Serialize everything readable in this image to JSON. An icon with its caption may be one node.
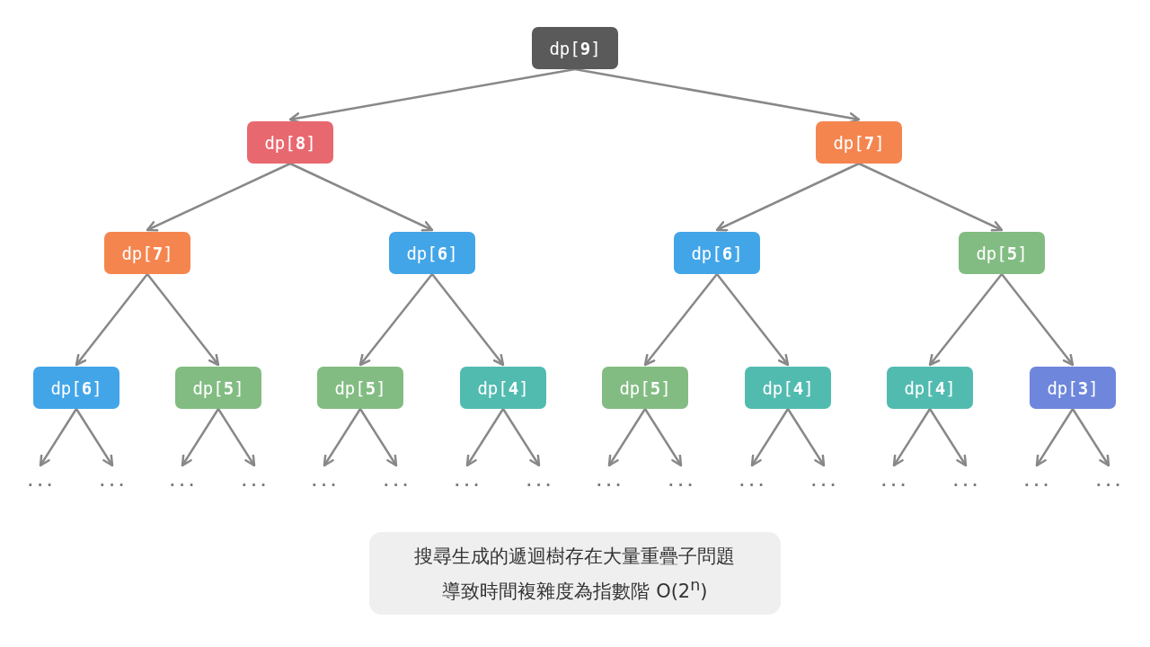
{
  "diagram": {
    "nodes": [
      {
        "text": [
          "dp[**9**]"
        ]
      },
      {
        "text": [
          "dp[**8**]"
        ]
      },
      {
        "text": [
          "dp[**7**]"
        ]
      },
      {
        "text": [
          "dp[**7**]"
        ]
      },
      {
        "text": [
          "dp[**6**]"
        ]
      },
      {
        "text": [
          "dp[**6**]"
        ]
      },
      {
        "text": [
          "dp[**5**]"
        ]
      },
      {
        "text": [
          "dp[**6**]"
        ]
      },
      {
        "text": [
          "dp[**5**]"
        ]
      },
      {
        "text": [
          "dp[**5**]"
        ]
      },
      {
        "text": [
          "dp[**4**]"
        ]
      },
      {
        "text": [
          "dp[**5**]"
        ]
      },
      {
        "text": [
          "dp[**4**]"
        ]
      },
      {
        "text": [
          "dp[**4**]"
        ]
      },
      {
        "text": [
          "dp[**3**]"
        ]
      },
      {
        "text": [
          "..."
        ]
      },
      {
        "text": [
          "..."
        ]
      },
      {
        "text": [
          "..."
        ]
      },
      {
        "text": [
          "..."
        ]
      },
      {
        "text": [
          "..."
        ]
      },
      {
        "text": [
          "..."
        ]
      },
      {
        "text": [
          "..."
        ]
      },
      {
        "text": [
          "..."
        ]
      },
      {
        "text": [
          "..."
        ]
      },
      {
        "text": [
          "..."
        ]
      },
      {
        "text": [
          "..."
        ]
      },
      {
        "text": [
          "..."
        ]
      },
      {
        "text": [
          "..."
        ]
      },
      {
        "text": [
          "..."
        ]
      },
      {
        "text": [
          "..."
        ]
      },
      {
        "text": [
          "..."
        ]
      },
      {
        "text": [
          "搜尋生成的遞迴樹存在大量重疊子問題導致時間複雜度為指數階 O(2$^{n}$)"
        ]
      }
    ],
    "edges": [
      {
        "from": 0,
        "to": 1,
        "arrow": "to"
      },
      {
        "from": 0,
        "to": 2,
        "arrow": "to"
      },
      {
        "from": 1,
        "to": 3,
        "arrow": "to"
      },
      {
        "from": 1,
        "to": 4,
        "arrow": "to"
      },
      {
        "from": 2,
        "to": 5,
        "arrow": "to"
      },
      {
        "from": 2,
        "to": 6,
        "arrow": "to"
      },
      {
        "from": 3,
        "to": 7,
        "arrow": "to"
      },
      {
        "from": 3,
        "to": 8,
        "arrow": "to"
      },
      {
        "from": 4,
        "to": 9,
        "arrow": "to"
      },
      {
        "from": 4,
        "to": 10,
        "arrow": "to"
      },
      {
        "from": 5,
        "to": 11,
        "arrow": "to"
      },
      {
        "from": 5,
        "to": 12,
        "arrow": "to"
      },
      {
        "from": 6,
        "to": 13,
        "arrow": "to"
      },
      {
        "from": 6,
        "to": 14,
        "arrow": "to"
      },
      {
        "from": 7,
        "to": 15,
        "arrow": "to"
      },
      {
        "from": 7,
        "to": 16,
        "arrow": "to"
      },
      {
        "from": 8,
        "to": 17,
        "arrow": "to"
      },
      {
        "from": 8,
        "to": 18,
        "arrow": "to"
      },
      {
        "from": 9,
        "to": 19,
        "arrow": "to"
      },
      {
        "from": 9,
        "to": 20,
        "arrow": "to"
      },
      {
        "from": 10,
        "to": 21,
        "arrow": "to"
      },
      {
        "from": 10,
        "to": 22,
        "arrow": "to"
      },
      {
        "from": 11,
        "to": 23,
        "arrow": "to"
      },
      {
        "from": 11,
        "to": 24,
        "arrow": "to"
      },
      {
        "from": 12,
        "to": 25,
        "arrow": "to"
      },
      {
        "from": 12,
        "to": 26,
        "arrow": "to"
      },
      {
        "from": 13,
        "to": 27,
        "arrow": "to"
      },
      {
        "from": 13,
        "to": 28,
        "arrow": "to"
      },
      {
        "from": 14,
        "to": 29,
        "arrow": "to"
      },
      {
        "from": 14,
        "to": 30,
        "arrow": "to"
      }
    ]
  }
}
